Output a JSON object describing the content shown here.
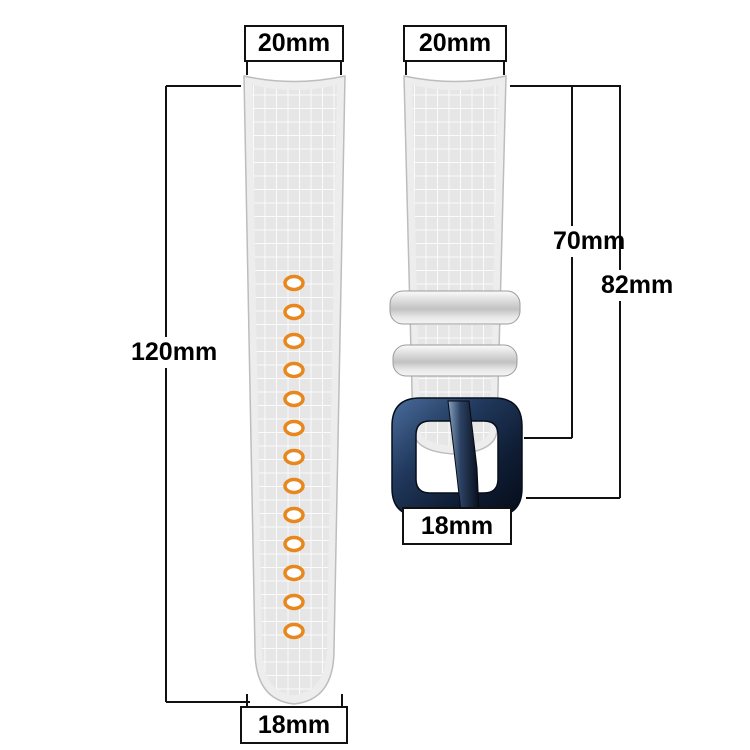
{
  "page": {
    "background": "#ffffff"
  },
  "left_strap": {
    "hole_count": 13
  },
  "dimensions": {
    "left_top_width": "20mm",
    "right_top_width": "20mm",
    "left_length": "120mm",
    "right_upper_length": "70mm",
    "right_total_length": "82mm",
    "right_buckle_width": "18mm",
    "left_bottom_width": "18mm"
  },
  "colors": {
    "background": "#ffffff",
    "strap_fill": "#ededed",
    "strap_edge": "#bdbdbd",
    "grid_line": "#fbfbfb",
    "hole_ring": "#e8871d",
    "buckle_navy": "#18273f",
    "dimension_ink": "#111111"
  }
}
